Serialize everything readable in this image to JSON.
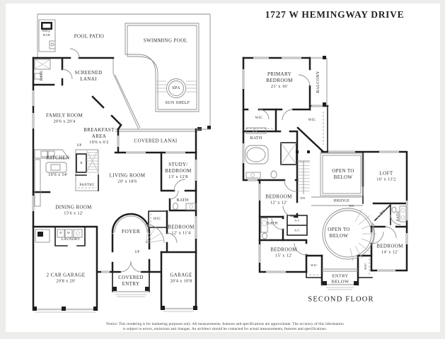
{
  "title": "1727 W HEMINGWAY DRIVE",
  "floor_caption": "SECOND FLOOR",
  "disclaimer": [
    "Notice: This rendering is for marketing purposes only. All measurements, features and specifications are approximate. The accuracy of this information",
    "is subject to errors, omissions and changes. An architect should be contacted for actual measurements, features and specifications."
  ],
  "first_floor": {
    "bbq_bar": [
      "BBQ/",
      "BAR"
    ],
    "pool_patio": "POOL PATIO",
    "swimming_pool": "SWIMMING POOL",
    "spa": "SPA",
    "sun_shelf": "SUN SHELF",
    "screened_lanai": [
      "SCREENED",
      "LANAI"
    ],
    "bath_top": "BATH",
    "family_room": [
      "FAMILY ROOM",
      "20'6 x 20'4"
    ],
    "breakfast_area": [
      "BREAKFAST",
      "AREA",
      "10'6 x 6'2"
    ],
    "covered_lanai": "COVERED LANAI",
    "up_kitchen": "UP",
    "refrigerator": "R",
    "kitchen_name": "KITCHEN",
    "kitchen_dims": "16'6 x 14'",
    "pantry": "PANTRY",
    "living_room": [
      "LIVING ROOM",
      "20' x 18'6"
    ],
    "study_bedroom": [
      "STUDY/",
      "BEDROOM",
      "13' x 12'8"
    ],
    "bath_right": "BATH",
    "dining_room": [
      "DINING ROOM",
      "15'6 x 12'"
    ],
    "wic": "WIC",
    "bedroom": [
      "BEDROOM",
      "12' x 11'4"
    ],
    "dryer": "D",
    "washer": "W",
    "laundry": "LAUNDRY",
    "foyer": "FOYER",
    "up_foyer": "UP",
    "two_car_garage": [
      "2 CAR GARAGE",
      "20'8 x 20'"
    ],
    "covered_entry": [
      "COVERED",
      "ENTRY"
    ],
    "garage": [
      "GARAGE",
      "20'4 x 10'8"
    ]
  },
  "second_floor": {
    "primary_bedroom": [
      "PRIMARY",
      "BEDROOM",
      "21' x 16'"
    ],
    "balcony": "BALCONY",
    "wic_left": "WIC",
    "wic_hall": "WIC",
    "bath_primary": "BATH",
    "dn_stairs": "DN",
    "open_to_below_upper": [
      "OPEN TO",
      "BELOW"
    ],
    "loft": [
      "LOFT",
      "16' x 13'2"
    ],
    "bridge": "BRIDGE",
    "bedroom_12": [
      "BEDROOM",
      "12' x 12'"
    ],
    "bath_hall": "BATH",
    "ac_upper": "A/C",
    "ac_lower": "A/C",
    "dn_spiral": "DN",
    "open_to_below_lower": [
      "OPEN TO",
      "BELOW"
    ],
    "wic_corner": "WIC",
    "bath_right": "BATH",
    "bedroom_15": [
      "BEDROOM",
      "15' x 12'"
    ],
    "wic_center": "WIC",
    "wic_right": "WIC",
    "bedroom_14": [
      "BEDROOM",
      "14' x 12'"
    ],
    "entry_below": [
      "ENTRY",
      "BELOW"
    ]
  }
}
